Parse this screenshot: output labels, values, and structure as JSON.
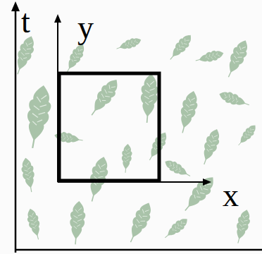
{
  "diagram": {
    "labels": [
      "t",
      "y",
      "x"
    ]
  }
}
